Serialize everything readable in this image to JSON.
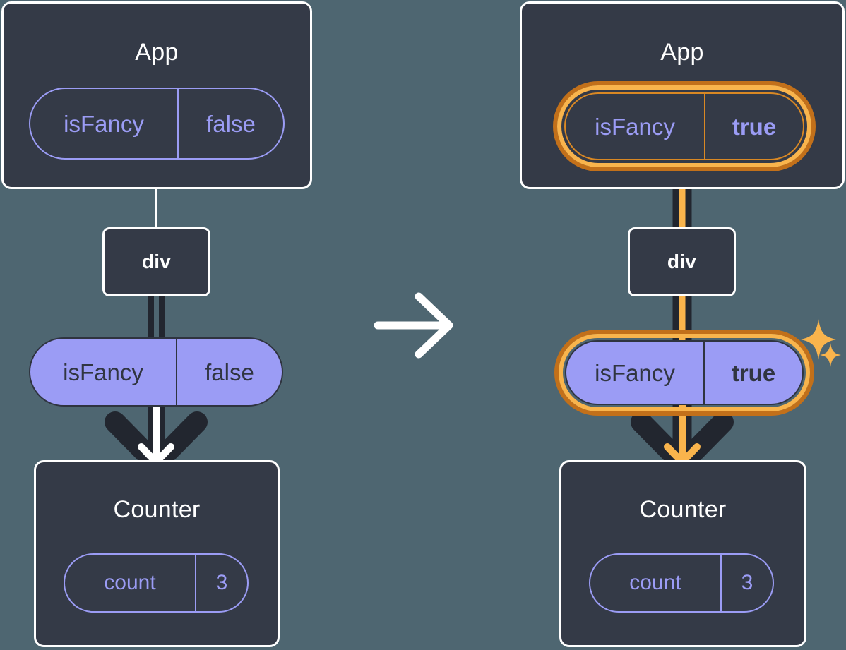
{
  "meta": {
    "title": "React state update propagation diagram",
    "background_color": "#4e6671",
    "box_fill": "#343a47",
    "box_stroke": "#ffffff",
    "accent_purple": "#9b9cf5",
    "highlight_orange": "#f9b44c",
    "highlight_orange_dark": "#c2701a",
    "edge_dark": "#22262f"
  },
  "transition": {
    "arrow_icon": "arrow-right-icon",
    "label": ""
  },
  "panels": [
    {
      "id": "before",
      "app": {
        "title": "App",
        "state": {
          "key": "isFancy",
          "value": "false",
          "highlighted": false,
          "value_bold": false
        }
      },
      "div": {
        "title": "div"
      },
      "prop": {
        "key": "isFancy",
        "value": "false",
        "highlighted": false,
        "value_bold": false
      },
      "counter": {
        "title": "Counter",
        "state": {
          "key": "count",
          "value": "3",
          "highlighted": false,
          "value_bold": false
        }
      },
      "sparkles": false,
      "edge_color": "#ffffff"
    },
    {
      "id": "after",
      "app": {
        "title": "App",
        "state": {
          "key": "isFancy",
          "value": "true",
          "highlighted": true,
          "value_bold": true
        }
      },
      "div": {
        "title": "div"
      },
      "prop": {
        "key": "isFancy",
        "value": "true",
        "highlighted": true,
        "value_bold": true
      },
      "counter": {
        "title": "Counter",
        "state": {
          "key": "count",
          "value": "3",
          "highlighted": false,
          "value_bold": false
        }
      },
      "sparkles": true,
      "edge_color": "#f9b44c"
    }
  ]
}
